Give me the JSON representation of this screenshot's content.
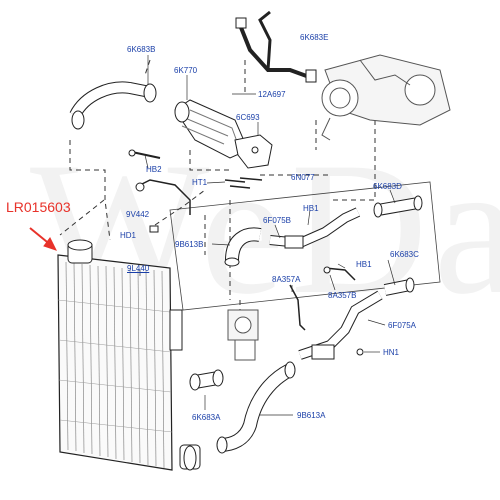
{
  "watermark": "WeDa",
  "highlight": {
    "part_number": "LR015603",
    "color": "#e8322a"
  },
  "label_color": "#1a3fa8",
  "callouts": {
    "l_6k683b": "6K683B",
    "l_6k770": "6K770",
    "l_6k683e": "6K683E",
    "l_12a697": "12A697",
    "l_6c693": "6C693",
    "l_hb2": "HB2",
    "l_ht1": "HT1",
    "l_6n077": "6N077",
    "l_6k683d": "6K683D",
    "l_9v442": "9V442",
    "l_hb1_top": "HB1",
    "l_6f075b": "6F075B",
    "l_hd1": "HD1",
    "l_9b613b": "9B613B",
    "l_9l440": "9L440",
    "l_6k683c": "6K683C",
    "l_hb1_mid": "HB1",
    "l_8a357a": "8A357A",
    "l_8a357b": "8A357B",
    "l_6f075a": "6F075A",
    "l_hn1": "HN1",
    "l_6k683a": "6K683A",
    "l_9b613a": "9B613A"
  }
}
